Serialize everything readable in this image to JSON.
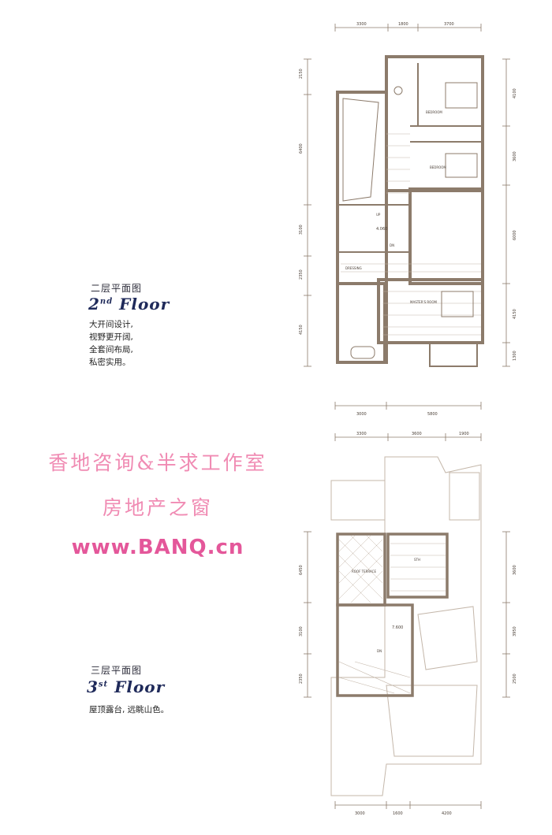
{
  "floor2": {
    "cn_title": "二层平面图",
    "en_num": "2",
    "en_sup": "nd",
    "en_word": "Floor",
    "desc": [
      "大开间设计,",
      "视野更开阔,",
      "全套间布局,",
      "私密实用。"
    ],
    "dims_top": [
      "3300",
      "1800",
      "3700"
    ],
    "dims_bottom": [
      "3000",
      "5800"
    ],
    "dims_left": [
      "2150",
      "6400",
      "3100",
      "2350",
      "4150"
    ],
    "dims_right": [
      "4100",
      "3600",
      "6000",
      "4150",
      "1300"
    ],
    "rooms": [
      "BEDROOM",
      "BEDROOM",
      "DRESSING",
      "MASTER'S ROOM"
    ],
    "level": "4.060",
    "stair_up": "UP",
    "stair_dn": "DN"
  },
  "floor3": {
    "cn_title": "三层平面图",
    "en_num": "3",
    "en_sup": "st",
    "en_word": "Floor",
    "desc": [
      "屋顶露台, 远眺山色。"
    ],
    "dims_top": [
      "3300",
      "3600",
      "1900"
    ],
    "dims_bottom": [
      "3000",
      "1600",
      "4200"
    ],
    "dims_left": [
      "6450",
      "3100",
      "2350"
    ],
    "dims_right": [
      "3600",
      "3950",
      "2500"
    ],
    "rooms": [
      "ROOF TERRACE",
      "STH"
    ],
    "level": "7.600",
    "stair_dn": "DN"
  },
  "watermark": {
    "line1": "香地咨询&半求工作室",
    "line2": "房地产之窗",
    "line3": "www.BANQ.cn"
  },
  "colors": {
    "wall": "#8c7b6b",
    "watermark": "#f08bb3",
    "title_blue": "#1f2a5a"
  }
}
